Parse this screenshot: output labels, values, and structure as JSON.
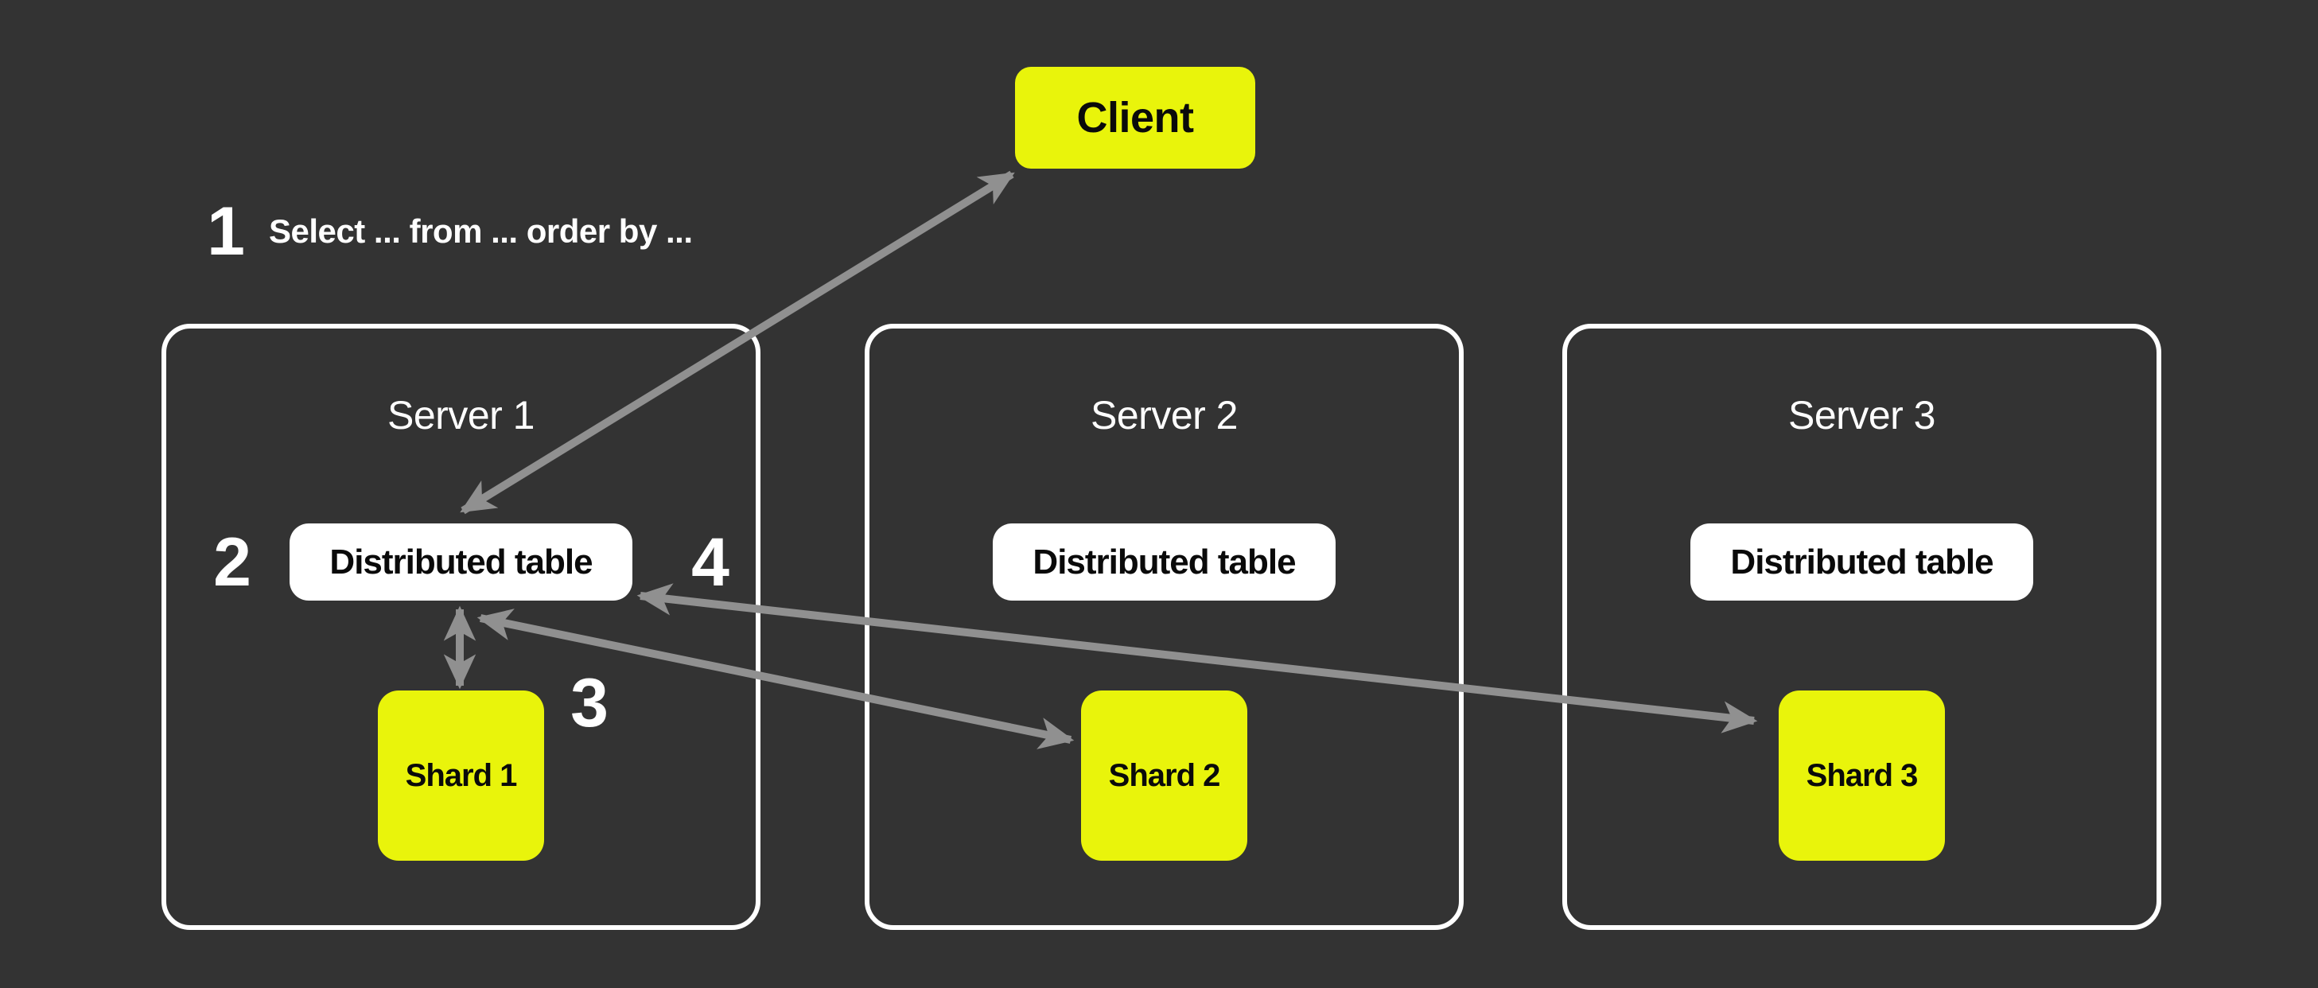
{
  "client": {
    "label": "Client"
  },
  "steps": {
    "one": {
      "number": "1",
      "label": "Select ... from ... order by ..."
    },
    "two": {
      "number": "2"
    },
    "three": {
      "number": "3"
    },
    "four": {
      "number": "4"
    }
  },
  "servers": [
    {
      "title": "Server 1",
      "distributed_table_label": "Distributed table",
      "shard_label": "Shard 1"
    },
    {
      "title": "Server 2",
      "distributed_table_label": "Distributed table",
      "shard_label": "Shard 2"
    },
    {
      "title": "Server 3",
      "distributed_table_label": "Distributed table",
      "shard_label": "Shard 3"
    }
  ],
  "colors": {
    "background": "#333333",
    "accent_yellow": "#E9F40B",
    "arrow_gray": "#909090",
    "box_white": "#FFFFFF",
    "text_dark": "#0A0A0A",
    "text_light": "#FFFFFF"
  }
}
